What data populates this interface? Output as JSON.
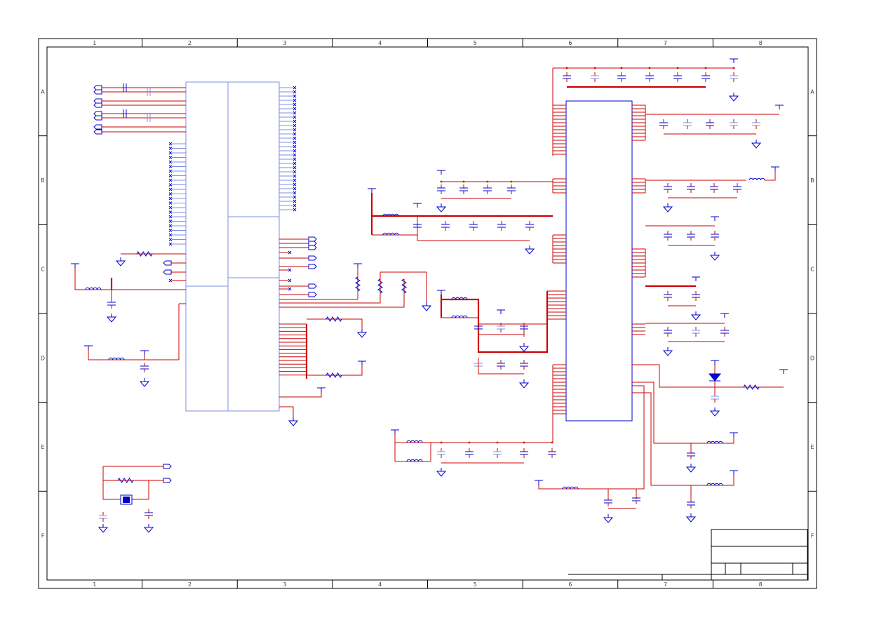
{
  "border": {
    "columns": [
      "1",
      "2",
      "3",
      "4",
      "5",
      "6",
      "7",
      "8"
    ],
    "rows": [
      "A",
      "B",
      "C",
      "D",
      "E",
      "F"
    ]
  },
  "colors": {
    "frame": "#000000",
    "wire": "#cc0000",
    "component": "#0000cc",
    "component_light": "#7f8fe0",
    "background": "#ffffff"
  },
  "icons": [
    "ground-symbol",
    "power-rail-symbol",
    "capacitor-symbol",
    "inductor-symbol",
    "resistor-symbol",
    "diode-symbol",
    "crystal-symbol",
    "off-page-connector",
    "no-connect-marker"
  ]
}
